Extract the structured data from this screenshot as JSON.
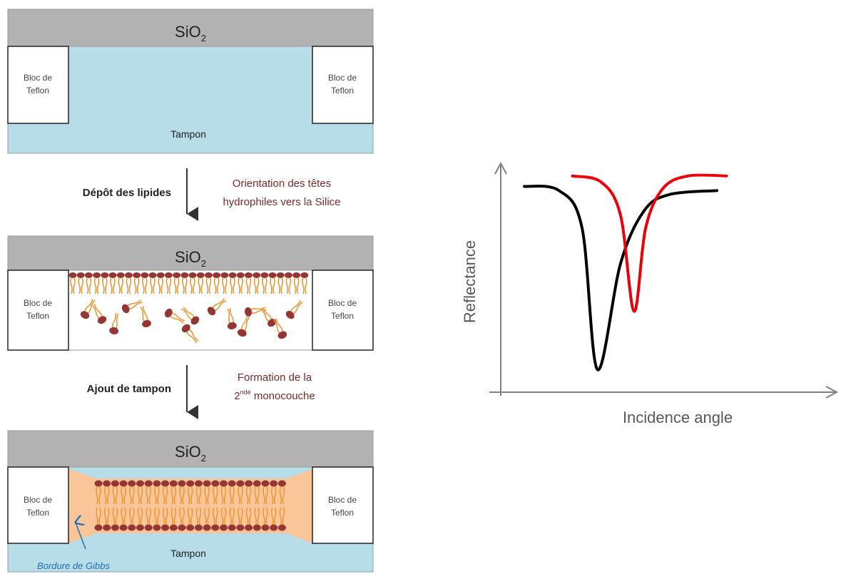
{
  "panels": [
    {
      "sio2_main": "SiO",
      "sio2_sub": "2",
      "left_block": [
        "Bloc de",
        "Teflon"
      ],
      "right_block": [
        "Bloc de",
        "Teflon"
      ],
      "buffer_label": "Tampon"
    },
    {
      "sio2_main": "SiO",
      "sio2_sub": "2",
      "left_block": [
        "Bloc de",
        "Teflon"
      ],
      "right_block": [
        "Bloc de",
        "Teflon"
      ]
    },
    {
      "sio2_main": "SiO",
      "sio2_sub": "2",
      "left_block": [
        "Bloc de",
        "Teflon"
      ],
      "right_block": [
        "Bloc de",
        "Teflon"
      ],
      "buffer_label": "Tampon",
      "gibbs_label": "Bordure de Gibbs"
    }
  ],
  "steps": [
    {
      "action": "Dépôt des lipides",
      "note": [
        "Orientation des têtes",
        "hydrophiles vers la Silice"
      ]
    },
    {
      "action": "Ajout de tampon",
      "note_line1": "Formation de la",
      "note_line2_prefix": "2",
      "note_line2_sup": "nde",
      "note_line2_rest": " monocouche"
    }
  ],
  "chart_data": {
    "type": "line",
    "xlabel": "Incidence angle",
    "ylabel": "Reflectance",
    "series": [
      {
        "color": "#000000",
        "x": [
          0.0,
          0.18,
          0.3,
          0.38,
          0.5,
          0.62,
          0.75,
          1.0
        ],
        "y": [
          0.92,
          0.9,
          0.72,
          0.04,
          0.55,
          0.8,
          0.88,
          0.9
        ]
      },
      {
        "color": "#e8000b",
        "x": [
          0.25,
          0.4,
          0.5,
          0.57,
          0.63,
          0.72,
          0.85,
          1.05
        ],
        "y": [
          0.97,
          0.94,
          0.78,
          0.32,
          0.72,
          0.91,
          0.97,
          0.97
        ]
      }
    ],
    "grid": false,
    "legend": "none"
  },
  "colors": {
    "silica": "#b2b2b2",
    "buffer": "#b7dde8",
    "orange": "#f9c599",
    "lipid_head": "#943634",
    "lipid_tail": "#e89a3c",
    "note_text": "#7a2a2a",
    "gibbs_text": "#1f6fb5"
  }
}
